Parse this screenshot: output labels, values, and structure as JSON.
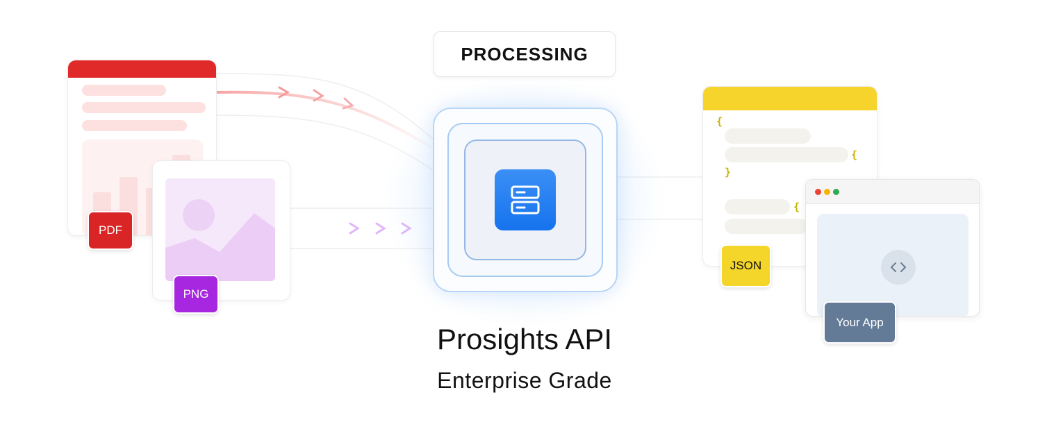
{
  "processing": {
    "label": "PROCESSING"
  },
  "api": {
    "title": "Prosights API",
    "subtitle": "Enterprise Grade"
  },
  "inputs": {
    "pdf": {
      "badge": "PDF",
      "color": "#d92525"
    },
    "png": {
      "badge": "PNG",
      "color": "#a726e0"
    }
  },
  "outputs": {
    "json": {
      "badge": "JSON",
      "color": "#f4d52a",
      "braces": [
        "{",
        "{",
        "}",
        "{"
      ]
    },
    "app": {
      "badge": "Your App",
      "color": "#647b98",
      "window_dots": [
        "#ea4335",
        "#f5b400",
        "#34a853"
      ]
    }
  },
  "icons": {
    "processor": "server-icon",
    "app_content": "code-brackets-icon"
  },
  "colors": {
    "processor_accent": "#1673ee",
    "pdf_flow": "#f28b8b",
    "png_flow": "#d7a3f2",
    "output_flow": "#4f97f5"
  }
}
